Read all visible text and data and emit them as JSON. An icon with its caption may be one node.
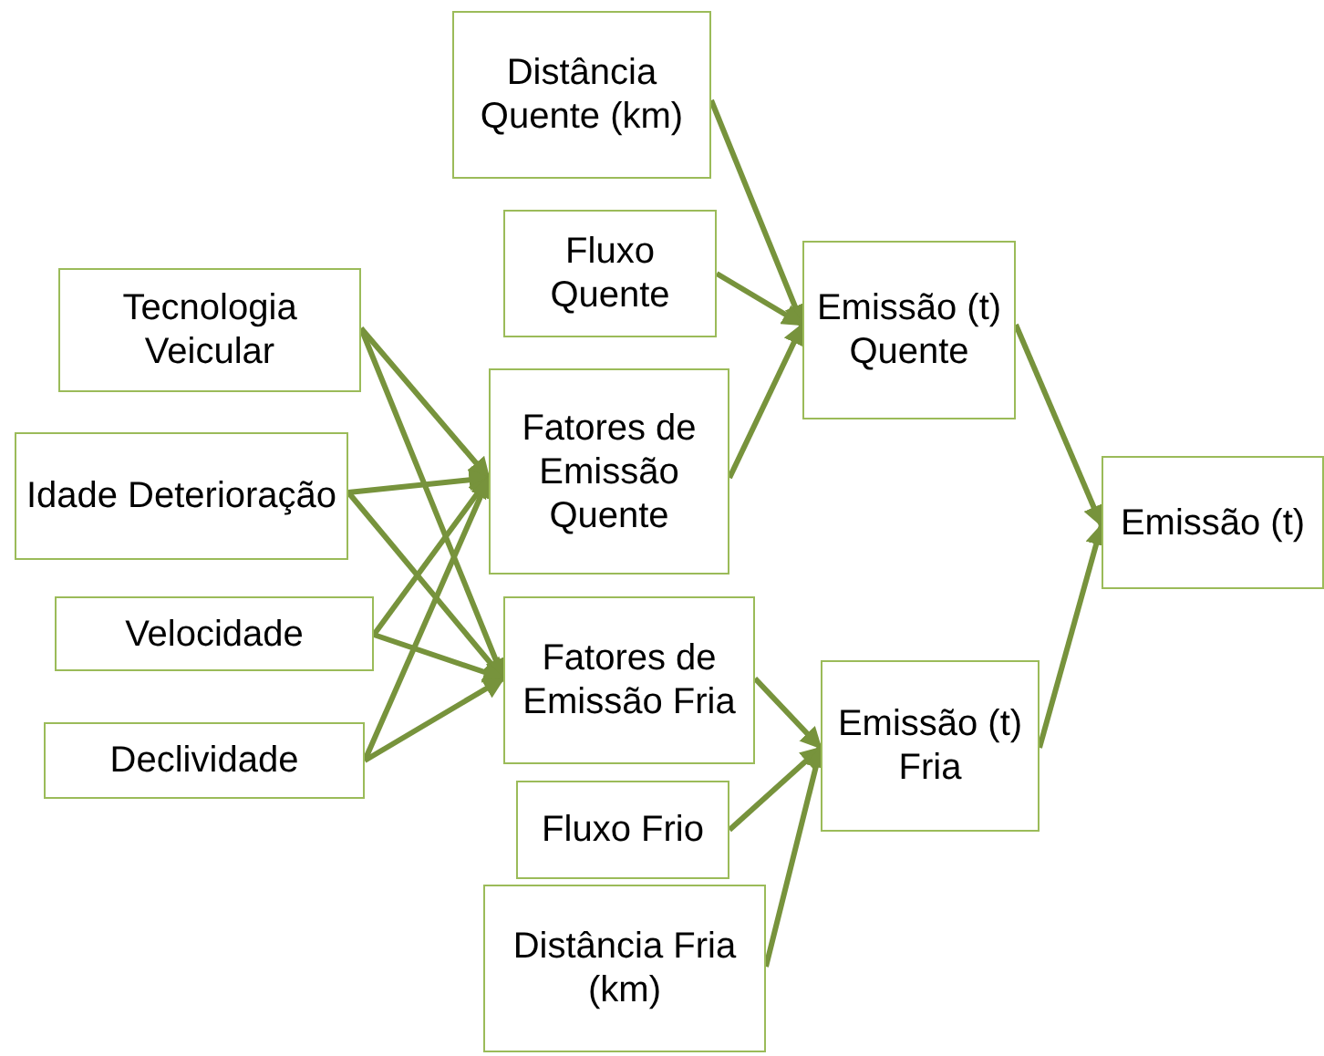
{
  "diagram": {
    "nodes": [
      {
        "text": [
          "Distância Quente (km)"
        ]
      },
      {
        "text": [
          "Fluxo Quente"
        ]
      },
      {
        "text": [
          "Tecnologia Veicular"
        ]
      },
      {
        "text": [
          "Emissão (t) Quente"
        ]
      },
      {
        "text": [
          "Fatores de Emissão Quente"
        ]
      },
      {
        "text": [
          "Idade Deterioração"
        ]
      },
      {
        "text": [
          "Emissão (t)"
        ]
      },
      {
        "text": [
          "Velocidade"
        ]
      },
      {
        "text": [
          "Fatores de Emissão Fria"
        ]
      },
      {
        "text": [
          "Declividade"
        ]
      },
      {
        "text": [
          "Emissão (t) Fria"
        ]
      },
      {
        "text": [
          "Fluxo Frio"
        ]
      },
      {
        "text": [
          "Distância Fria (km)"
        ]
      }
    ],
    "edges": [
      {
        "from": 0,
        "to": 3,
        "arrow": "to"
      },
      {
        "from": 1,
        "to": 3,
        "arrow": "to"
      },
      {
        "from": 4,
        "to": 3,
        "arrow": "to"
      },
      {
        "from": 2,
        "to": 4,
        "arrow": "to"
      },
      {
        "from": 2,
        "to": 8,
        "arrow": "to"
      },
      {
        "from": 5,
        "to": 4,
        "arrow": "to"
      },
      {
        "from": 5,
        "to": 8,
        "arrow": "to"
      },
      {
        "from": 7,
        "to": 4,
        "arrow": "to"
      },
      {
        "from": 7,
        "to": 8,
        "arrow": "to"
      },
      {
        "from": 9,
        "to": 4,
        "arrow": "to"
      },
      {
        "from": 9,
        "to": 8,
        "arrow": "to"
      },
      {
        "from": 8,
        "to": 10,
        "arrow": "to"
      },
      {
        "from": 11,
        "to": 10,
        "arrow": "to"
      },
      {
        "from": 12,
        "to": 10,
        "arrow": "to"
      },
      {
        "from": 3,
        "to": 6,
        "arrow": "to"
      },
      {
        "from": 10,
        "to": 6,
        "arrow": "to"
      }
    ]
  }
}
